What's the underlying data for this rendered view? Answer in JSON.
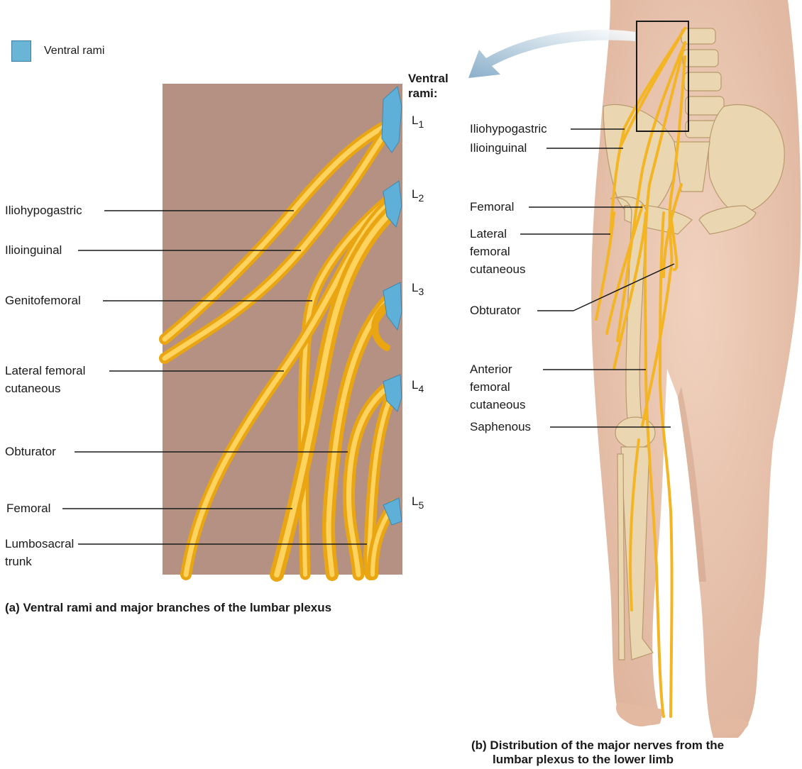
{
  "legend": {
    "label": "Ventral rami",
    "color": "#6ab4d6"
  },
  "panel_a": {
    "header_line1": "Ventral",
    "header_line2": "rami:",
    "rami": [
      {
        "letter": "L",
        "sub": "1"
      },
      {
        "letter": "L",
        "sub": "2"
      },
      {
        "letter": "L",
        "sub": "3"
      },
      {
        "letter": "L",
        "sub": "4"
      },
      {
        "letter": "L",
        "sub": "5"
      }
    ],
    "labels": {
      "iliohypogastric": "Iliohypogastric",
      "ilioinguinal": "Ilioinguinal",
      "genitofemoral": "Genitofemoral",
      "lateral_femoral_1": "Lateral femoral",
      "lateral_femoral_2": "cutaneous",
      "obturator": "Obturator",
      "femoral": "Femoral",
      "lumbosacral_1": "Lumbosacral",
      "lumbosacral_2": "trunk"
    },
    "caption": "(a) Ventral rami and major branches of the lumbar plexus"
  },
  "panel_b": {
    "labels": {
      "iliohypogastric": "Iliohypogastric",
      "ilioinguinal": "Ilioinguinal",
      "femoral": "Femoral",
      "lateral_1": "Lateral",
      "lateral_2": "femoral",
      "lateral_3": "cutaneous",
      "obturator": "Obturator",
      "anterior_1": "Anterior",
      "anterior_2": "femoral",
      "anterior_3": "cutaneous",
      "saphenous": "Saphenous"
    },
    "caption_line1": "(b) Distribution of the major nerves from the",
    "caption_line2": "lumbar plexus to the lower limb"
  },
  "colors": {
    "panel_bg": "#b59184",
    "nerve": "#f2b62a",
    "nerve_light": "#ffd66b",
    "ramus": "#5fb0d8",
    "skin": "#eac4ae",
    "bone": "#ead7b2"
  }
}
